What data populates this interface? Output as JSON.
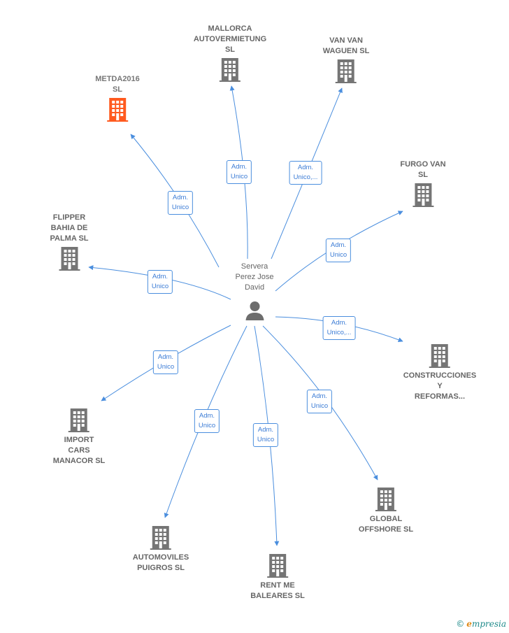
{
  "colors": {
    "edge": "#4a8ede",
    "building": "#757575",
    "building_highlight": "#ff5a1f"
  },
  "person": {
    "name": "Servera\nPerez Jose\nDavid",
    "icon": "person-icon"
  },
  "companies": [
    {
      "id": "metda2016",
      "name": "METDA2016\nSL",
      "highlight": true
    },
    {
      "id": "mallorca-autovermietung",
      "name": "MALLORCA\nAUTOVERMIETUNG\nSL"
    },
    {
      "id": "van-van-waguen",
      "name": "VAN VAN\nWAGUEN  SL"
    },
    {
      "id": "furgo-van",
      "name": "FURGO VAN\nSL"
    },
    {
      "id": "flipper-bahia",
      "name": "FLIPPER\nBAHIA DE\nPALMA  SL"
    },
    {
      "id": "construcciones",
      "name": "CONSTRUCCIONES\nY\nREFORMAS..."
    },
    {
      "id": "import-cars",
      "name": "IMPORT\nCARS\nMANACOR SL"
    },
    {
      "id": "global-offshore",
      "name": "GLOBAL\nOFFSHORE  SL"
    },
    {
      "id": "automoviles-puigros",
      "name": "AUTOMOVILES\nPUIGROS SL"
    },
    {
      "id": "rent-me",
      "name": "RENT ME\nBALEARES  SL"
    }
  ],
  "roles": [
    {
      "id": "metda2016",
      "label": "Adm.\nUnico"
    },
    {
      "id": "mallorca-autovermietung",
      "label": "Adm.\nUnico"
    },
    {
      "id": "van-van-waguen",
      "label": "Adm.\nUnico,..."
    },
    {
      "id": "furgo-van",
      "label": "Adm.\nUnico"
    },
    {
      "id": "flipper-bahia",
      "label": "Adm.\nUnico"
    },
    {
      "id": "construcciones",
      "label": "Adm.\nUnico,..."
    },
    {
      "id": "import-cars",
      "label": "Adm.\nUnico"
    },
    {
      "id": "global-offshore",
      "label": "Adm.\nUnico"
    },
    {
      "id": "automoviles-puigros",
      "label": "Adm.\nUnico"
    },
    {
      "id": "rent-me",
      "label": "Adm.\nUnico"
    }
  ],
  "brand": {
    "copyright": "©",
    "initial": "e",
    "rest": "mpresia"
  }
}
